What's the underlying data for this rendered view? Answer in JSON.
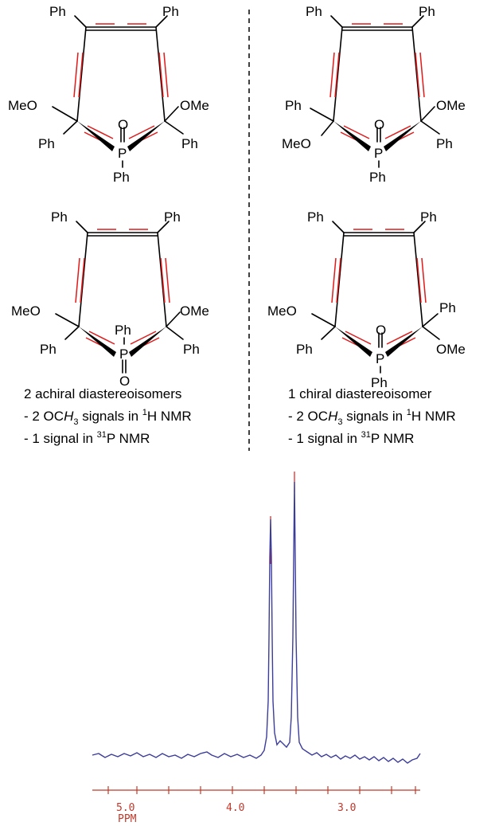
{
  "structures": {
    "ph": "Ph",
    "meo": "MeO",
    "ome": "OMe",
    "p": "P",
    "o": "O"
  },
  "captions": {
    "left": {
      "title": "2 achiral diastereoisomers",
      "line2_pre": "- 2 OC",
      "line2_h": "H",
      "line2_sub": "3",
      "line2_mid": " signals in ",
      "line2_sup": "1",
      "line2_post": "H NMR",
      "line3_pre": "- 1 signal in ",
      "line3_sup": "31",
      "line3_post": "P NMR"
    },
    "right": {
      "title": "1 chiral diastereoisomer",
      "line2_pre": "- 2 OC",
      "line2_h": "H",
      "line2_sub": "3",
      "line2_mid": " signals in ",
      "line2_sup": "1",
      "line2_post": "H NMR",
      "line3_pre": "- 1 signal in ",
      "line3_sup": "31",
      "line3_post": "P NMR"
    }
  },
  "spectrum": {
    "x_ticks": [
      "5.0",
      "4.0",
      "3.0"
    ],
    "x_unit": "PPM",
    "peaks_ppm": [
      3.75,
      3.48
    ],
    "trace_color": "#3c3c9a",
    "marker_color": "#e01b1b"
  }
}
